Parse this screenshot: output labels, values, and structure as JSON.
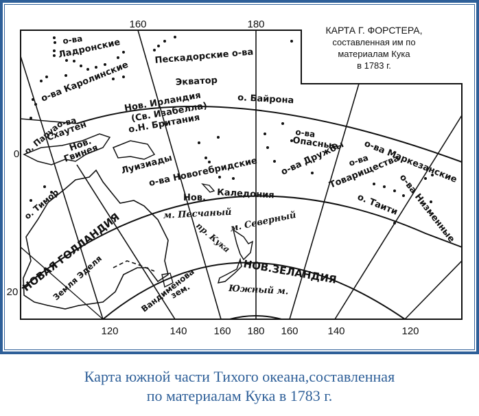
{
  "map": {
    "title_block": {
      "line1": "КАРТА Г. ФОРСТЕРА,",
      "line2": "составленная им по",
      "line3": "материалам Кука",
      "line4": "в 1783 г."
    },
    "top_longitudes": [
      "160",
      "180"
    ],
    "bottom_longitudes": [
      "120",
      "140",
      "160",
      "180",
      "160",
      "140",
      "120"
    ],
    "left_latitudes": [
      "0",
      "20"
    ],
    "lines": {
      "equator": "Экватор"
    },
    "labels": {
      "ladronskie_ova": "о-ва",
      "ladronskie": "Ладронские",
      "peskadorskie": "Пескадорские о-ва",
      "karolinskie": "о-ва Каролинские",
      "bayrona": "о. Байрона",
      "papua": "о. Папуа",
      "skhauten_ova": "о-ва",
      "skhauten": "Схаутен",
      "nov_irlandiya": "Нов. Ирландия",
      "sv_izabella": "(Св. Изабелла)",
      "n_britaniya": "о.Н. Британия",
      "nov_gvineya_1": "Нов.",
      "nov_gvineya_2": "Гвинея",
      "luiziady": "Луизиады",
      "timor": "о. Тимор",
      "novogebridskie": "о-ва Новогебридские",
      "nov_kaledoniya_1": "Нов.",
      "nov_kaledoniya_2": "Каледония",
      "peschany": "м. Песчаный",
      "opasnye_ova": "о-ва",
      "opasnye": "Опасные",
      "druzhby": "о-ва Дружбы",
      "tovarishchestva_ova": "о-ва",
      "tovarishchestva": "Товарищества",
      "markezanskie": "о-ва Маркезанские",
      "taiti": "о. Таити",
      "nizmennye": "о-ва Низменные",
      "novaya_gollandiya": "НОВАЯ ГОЛЛАНДИЯ",
      "zemlya_edelya": "Земля Эделя",
      "severny": "м. Северный",
      "kuka": "пр. Кука",
      "nov_zelandiya": "НОВ.ЗЕЛАНДИЯ",
      "yuzhny": "Южный м.",
      "vandimenova_1": "Вандименова",
      "vandimenova_2": "зем."
    }
  },
  "caption": {
    "line1": "Карта южной части Тихого океана,составленная",
    "line2": "по материалам Кука в 1783 г."
  },
  "colors": {
    "frame": "#2e5f98",
    "caption": "#2e5f98",
    "ink": "#111111"
  }
}
